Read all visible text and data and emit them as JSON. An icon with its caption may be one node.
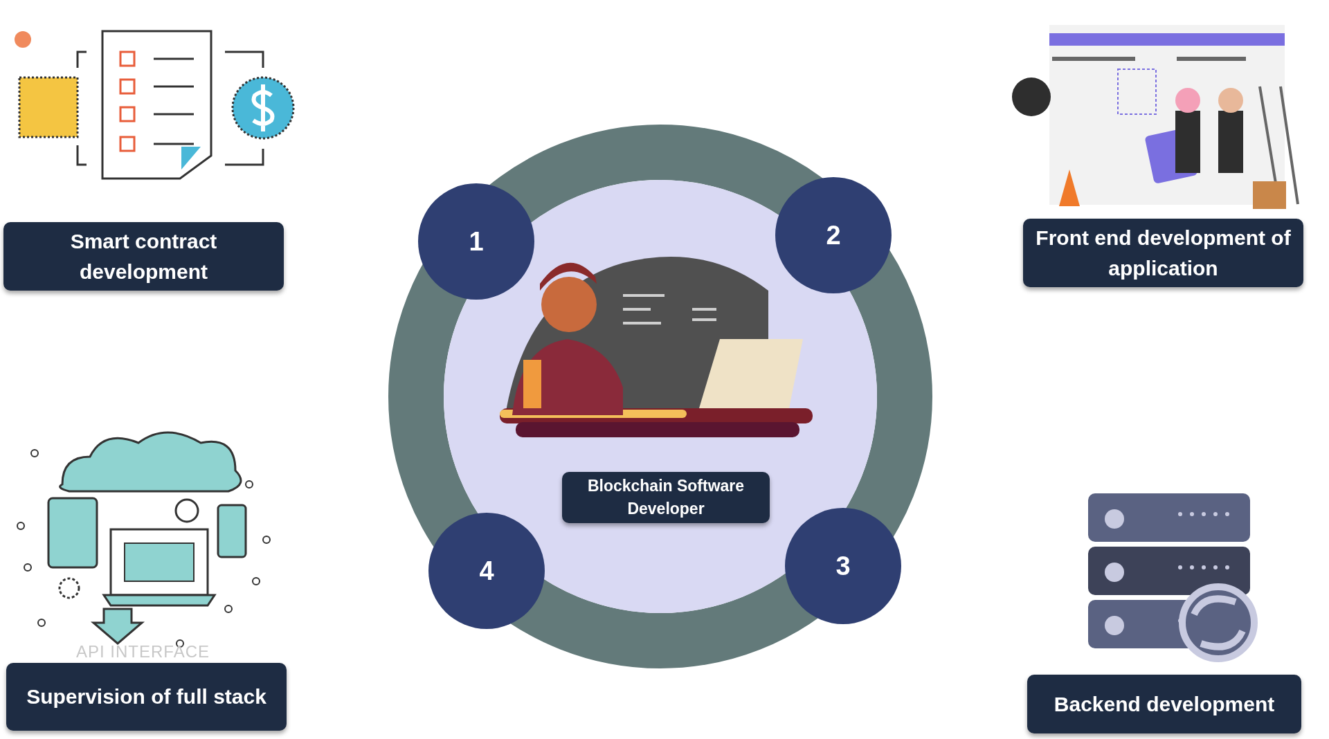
{
  "diagram": {
    "nodes": [
      {
        "text": [
          "Smart contract development"
        ]
      },
      {
        "text": [
          "1"
        ]
      },
      {
        "text": [
          "2"
        ]
      },
      {
        "text": [
          "Front end development of application"
        ]
      },
      {
        "text": [
          "Blockchain Software Developer"
        ]
      },
      {
        "text": [
          "Supervision of full stack"
        ],
        "beside": [
          "API INTERFACE"
        ]
      },
      {
        "text": [
          "4"
        ]
      },
      {
        "text": [
          "3"
        ]
      },
      {
        "text": [
          "Backend development"
        ]
      }
    ]
  }
}
